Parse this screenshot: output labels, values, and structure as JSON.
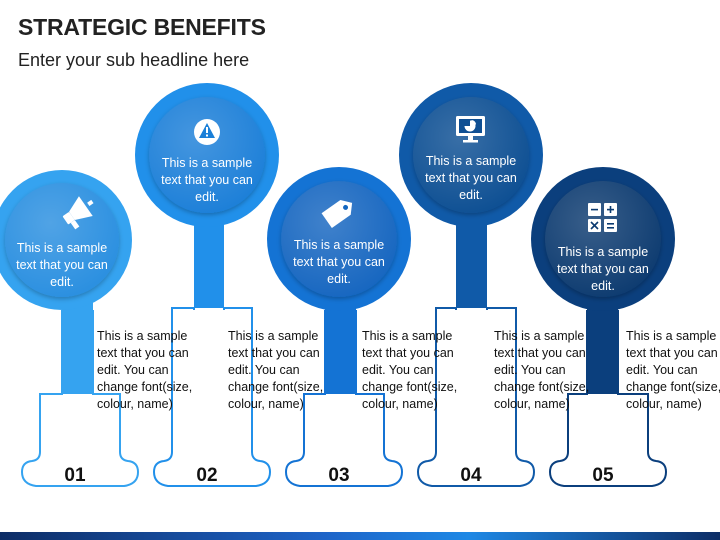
{
  "header": {
    "title": "STRATEGIC BENEFITS",
    "subtitle": "Enter your sub headline here"
  },
  "items": [
    {
      "number": "01",
      "circle_text": "This is a sample text that you can edit.",
      "icon": "megaphone-icon",
      "side_text": "This is a sample text that you can edit. You can change font(size, colour, name)",
      "color": "#35a3f0"
    },
    {
      "number": "02",
      "circle_text": "This is a sample text that you can edit.",
      "icon": "warning-icon",
      "side_text": "This is a sample text that you can edit. You can change font(size, colour, name)",
      "color": "#2190ea"
    },
    {
      "number": "03",
      "circle_text": "This is a sample text that you can edit.",
      "icon": "price-tag-icon",
      "side_text": "This is a sample text that you can edit. You can change font(size, colour, name)",
      "color": "#1473d4"
    },
    {
      "number": "04",
      "circle_text": "This is a sample text that you can edit.",
      "icon": "monitor-chart-icon",
      "side_text": "This is a sample text that you can edit. You can change font(size, colour, name)",
      "color": "#105aa8"
    },
    {
      "number": "05",
      "circle_text": "This is a sample text that you can edit.",
      "icon": "calculator-icon",
      "side_text": "This is a sample text that you can edit. You can change font(size, colour, name)",
      "color": "#0b3f7d"
    }
  ]
}
